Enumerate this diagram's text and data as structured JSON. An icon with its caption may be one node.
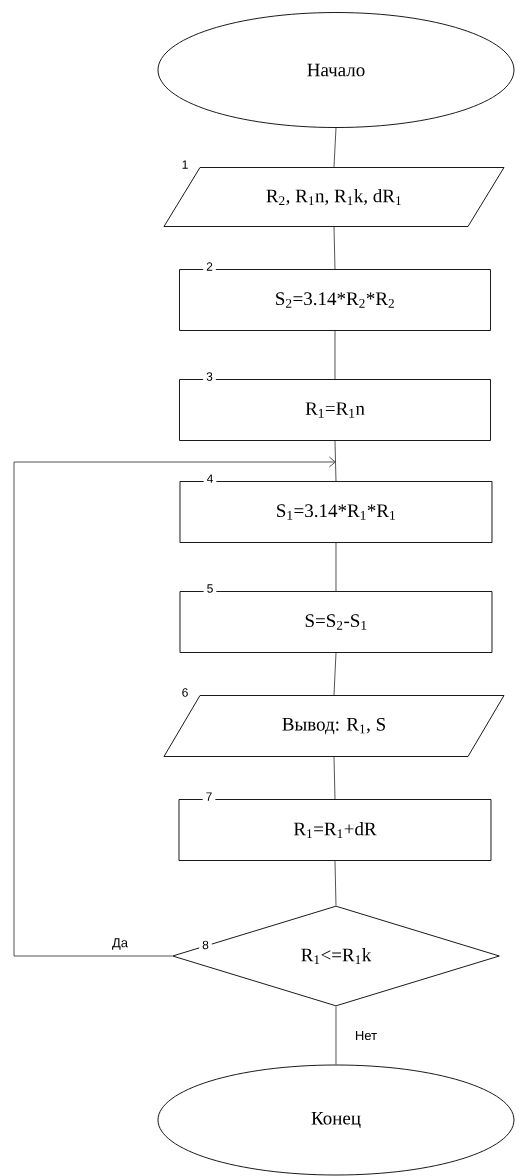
{
  "diagram": {
    "nodes": [
      {
        "text": [
          "Начало"
        ]
      },
      {
        "text": [
          "R$_{2}$, R$_{1}$n, R$_{1}$k, dR$_{1}$"
        ],
        "beside": [
          "1"
        ]
      },
      {
        "text": [
          "S$_{2}$=3.14*R$_{2}$*R$_{2}$"
        ],
        "beside": [
          "2"
        ]
      },
      {
        "text": [
          "R$_{1}$=R$_{1}$n"
        ],
        "beside": [
          "3"
        ]
      },
      {
        "text": [
          "S$_{1}$=3.14*R$_{1}$*R$_{1}$"
        ],
        "beside": [
          "4"
        ]
      },
      {
        "text": [
          "S=S$_{2}$-S$_{1}$"
        ],
        "beside": [
          "5"
        ]
      },
      {
        "text": [
          "Вывод: R$_{1}$, S"
        ],
        "beside": [
          "6"
        ]
      },
      {
        "text": [
          "R$_{1}$=R$_{1}$+dR"
        ],
        "beside": [
          "7"
        ]
      },
      {
        "text": [
          "R$_{1}$<=R$_{1}$k"
        ],
        "beside": [
          "8"
        ]
      },
      {
        "text": [
          "Конец"
        ]
      }
    ],
    "edges": [
      {
        "from": 0,
        "to": 1,
        "arrow": "none"
      },
      {
        "from": 1,
        "to": 2,
        "arrow": "none"
      },
      {
        "from": 2,
        "to": 3,
        "arrow": "none"
      },
      {
        "from": 3,
        "to": 4,
        "arrow": "none"
      },
      {
        "from": 4,
        "to": 5,
        "arrow": "none"
      },
      {
        "from": 5,
        "to": 6,
        "arrow": "none"
      },
      {
        "from": 6,
        "to": 7,
        "arrow": "none"
      },
      {
        "from": 7,
        "to": 8,
        "arrow": "none"
      },
      {
        "from": 8,
        "to": 4,
        "arrow": "to",
        "label": "Да"
      },
      {
        "from": 8,
        "to": 9,
        "arrow": "none",
        "label": "Нет"
      }
    ]
  }
}
